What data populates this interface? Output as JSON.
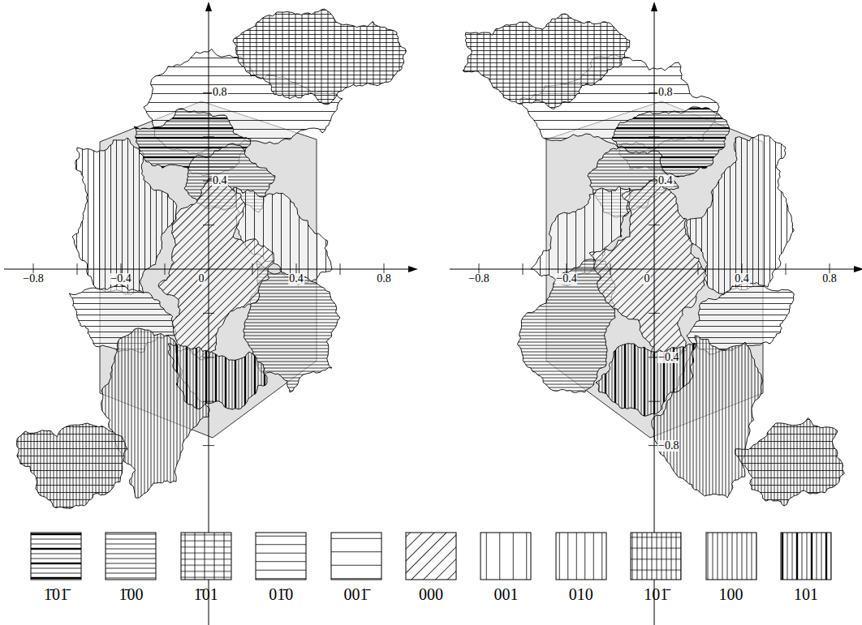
{
  "diagram": {
    "labels": [
      "−0.8",
      "−0.4",
      "0",
      "0.4",
      "0.8",
      "0.8",
      "0.4",
      "−0.8",
      "−0.4",
      "0",
      "0.4",
      "0.8",
      "0.8",
      "0.4",
      "−0.4",
      "−0.8"
    ],
    "legend": [
      {
        "text": "1̄01̄"
      },
      {
        "text": "1̄00"
      },
      {
        "text": "1̄01"
      },
      {
        "text": "01̄0"
      },
      {
        "text": "001̄"
      },
      {
        "text": "000"
      },
      {
        "text": "001"
      },
      {
        "text": "010"
      },
      {
        "text": "101̄"
      },
      {
        "text": "100"
      },
      {
        "text": "101"
      }
    ]
  }
}
